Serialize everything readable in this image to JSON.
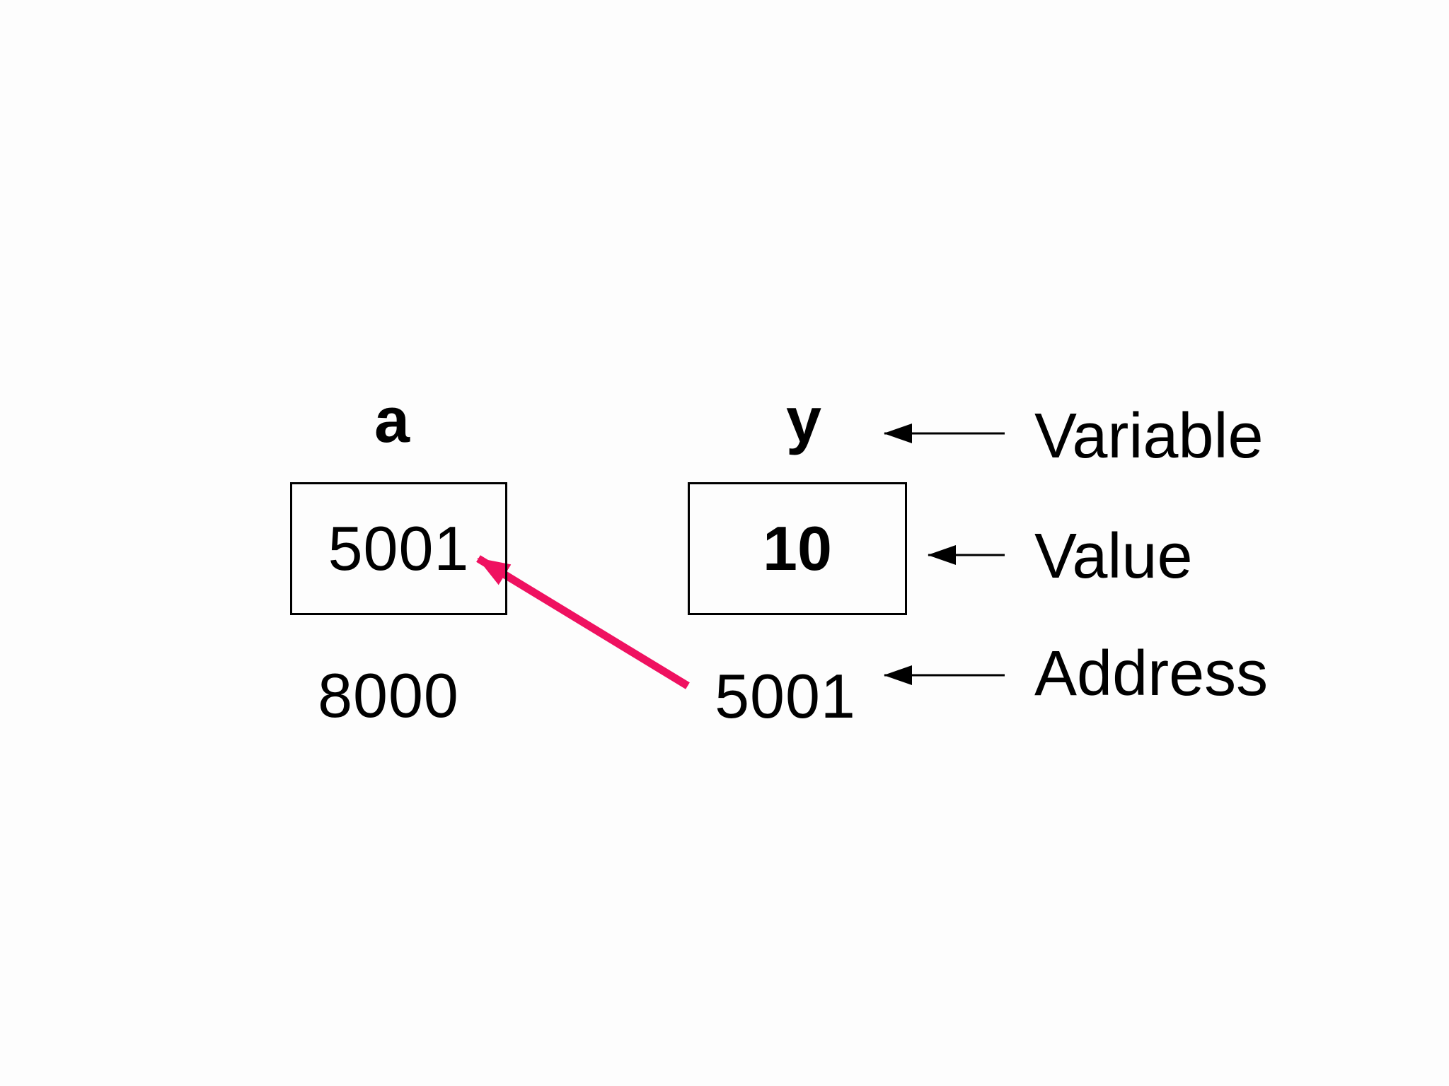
{
  "diagram": {
    "title": "pointer-variable-value-address-diagram",
    "variable_a": {
      "name": "a",
      "value": "5001",
      "address": "8000"
    },
    "variable_y": {
      "name": "y",
      "value": "10",
      "address": "5001"
    },
    "legend": {
      "variable_label": "Variable",
      "value_label": "Value",
      "address_label": "Address"
    }
  },
  "colors": {
    "line": "#000000",
    "pointer_arrow": "#ef1160",
    "background": "#fdfdfd"
  }
}
